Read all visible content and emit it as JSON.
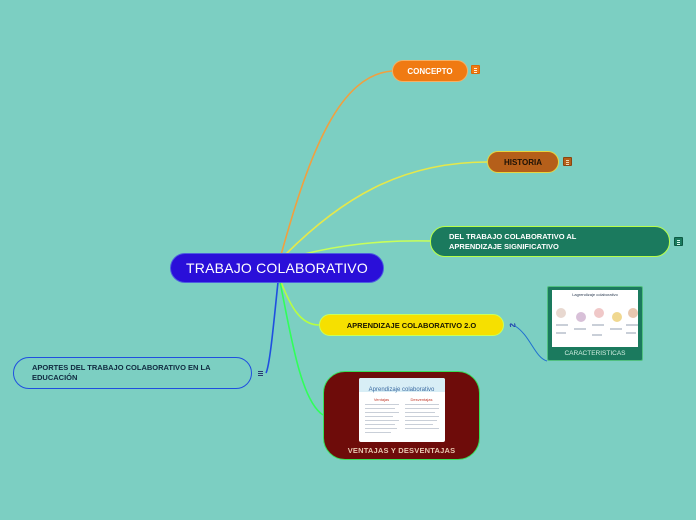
{
  "central_topic": "TRABAJO COLABORATIVO",
  "topics": {
    "concepto": "CONCEPTO",
    "historia": "HISTORIA",
    "significativo": "DEL TRABAJO COLABORATIVO AL APRENDIZAJE SIGNIFICATIVO",
    "aprendizaje_2_0": "APRENDIZAJE COLABORATIVO 2.O",
    "aportes": "APORTES DEL TRABAJO COLABORATIVO EN LA EDUCACIÓN",
    "ventajas": "VENTAJAS Y DESVENTAJAS",
    "caracteristicas": "CARACTERISTICAS"
  },
  "thumbnails": {
    "ventajas_title": "Aprendizaje colaborativo",
    "ventajas_left_heading": "Ventajas",
    "ventajas_right_heading": "Desventajas",
    "caracteristicas_title": "Lagrendizaje colaborativo"
  },
  "icons": {
    "note": "note-icon",
    "link": "link-icon"
  },
  "colors": {
    "background": "#7ccfc2",
    "central": "#2a0fd9",
    "concepto": "#f07a12",
    "historia": "#b55f1a",
    "significativo": "#1b7a5e",
    "aprendizaje_2_0": "#f6e000",
    "ventajas": "#6e0c0a"
  }
}
